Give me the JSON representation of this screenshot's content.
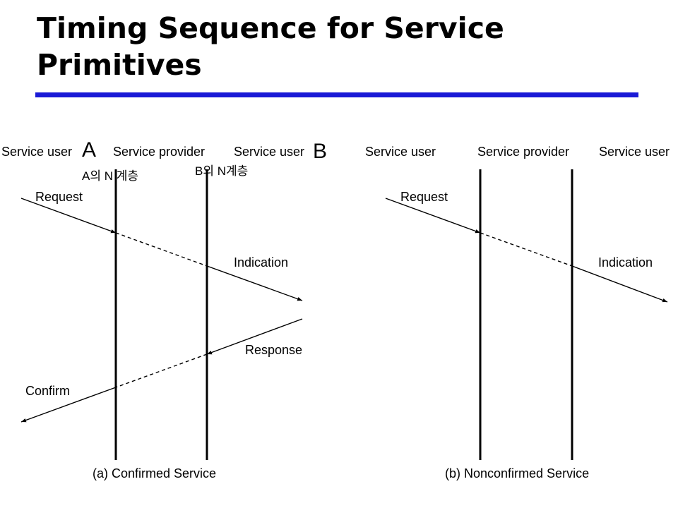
{
  "title": "Timing Sequence for Service Primitives",
  "colors": {
    "title_rule": "#1a1ad6",
    "lines": "#000000"
  },
  "confirmed": {
    "col_user_a": "Service user",
    "marker_a": "A",
    "col_provider": "Service provider",
    "col_user_b": "Service user",
    "marker_b": "B",
    "layer_a": "A의 N 계층",
    "layer_b": "B의 N계층",
    "request": "Request",
    "indication": "Indication",
    "response": "Response",
    "confirm": "Confirm",
    "caption": "(a) Confirmed Service"
  },
  "nonconfirmed": {
    "col_user_a": "Service user",
    "col_provider": "Service provider",
    "col_user_b": "Service user",
    "request": "Request",
    "indication": "Indication",
    "caption": "(b) Nonconfirmed Service"
  }
}
